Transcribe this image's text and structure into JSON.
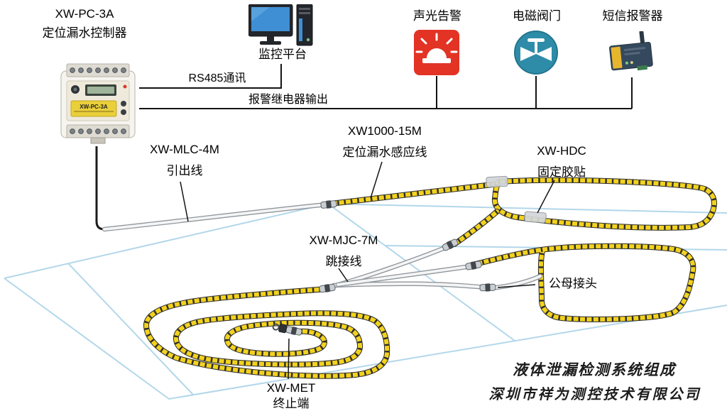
{
  "controller": {
    "model": "XW-PC-3A",
    "name": "定位漏水控制器",
    "panel_label": "XW-PC-3A"
  },
  "top_devices": {
    "monitor": {
      "label": "监控平台"
    },
    "sound_light_alarm": {
      "label": "声光告警"
    },
    "valve": {
      "label": "电磁阀门"
    },
    "sms_alarm": {
      "label": "短信报警器"
    }
  },
  "connections": {
    "rs485": {
      "label": "RS485通讯"
    },
    "relay": {
      "label": "报警继电器输出"
    }
  },
  "cables": {
    "lead": {
      "model": "XW-MLC-4M",
      "name": "引出线"
    },
    "sensing": {
      "model": "XW1000-15M",
      "name": "定位漏水感应线"
    },
    "patch": {
      "model": "XW-HDC",
      "name": "固定胶贴"
    },
    "jumper": {
      "model": "XW-MJC-7M",
      "name": "跳接线"
    },
    "connector": {
      "name": "公母接头"
    },
    "terminator": {
      "model": "XW-MET",
      "name": "终止端"
    }
  },
  "footer": {
    "system_title": "液体泄漏检测系统组成",
    "company": "深圳市祥为测控技术有限公司"
  },
  "colors": {
    "sensing_cable_yellow": "#f2d21f",
    "alarm_red": "#e23324",
    "valve_teal": "#2e8ca8",
    "floor_blue": "#b3d7ea",
    "screen_blue": "#3f8fd4"
  }
}
